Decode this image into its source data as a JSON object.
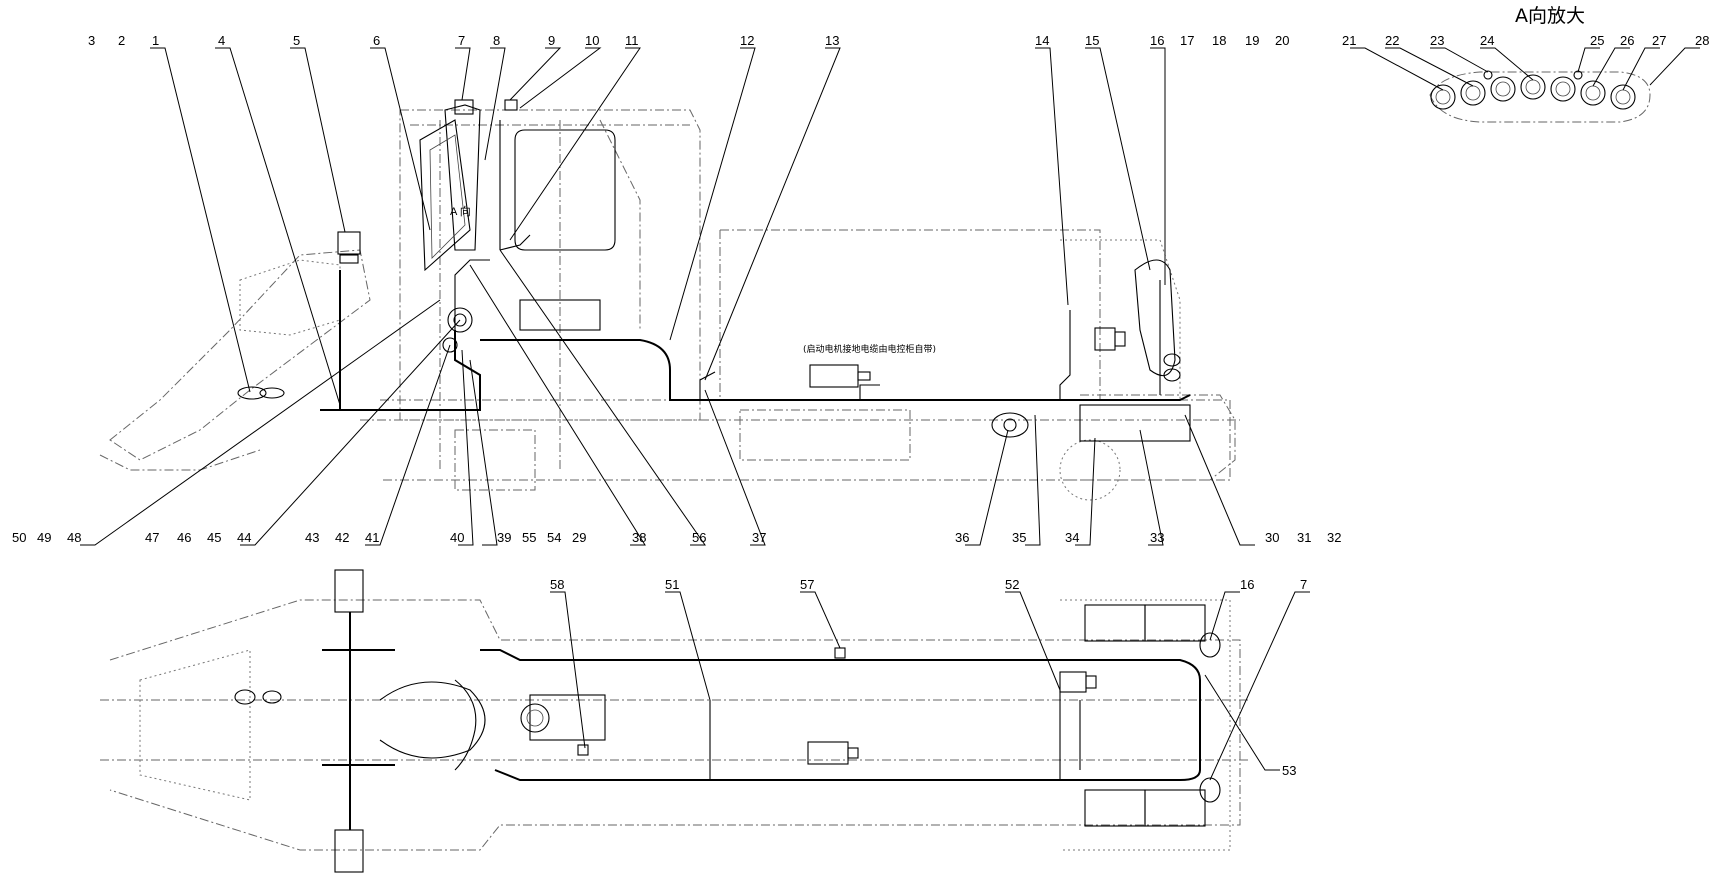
{
  "detail_title": "A向放大",
  "view_letter": "A 向",
  "component_note": "(启动电机接地电缆由电控柜自带)",
  "callouts_top": [
    "3",
    "2",
    "1",
    "4",
    "5",
    "6",
    "7",
    "8",
    "9",
    "10",
    "11",
    "12",
    "13",
    "14",
    "15",
    "16",
    "17",
    "18",
    "19",
    "20",
    "21",
    "22",
    "23",
    "24",
    "25",
    "26",
    "27",
    "28"
  ],
  "callouts_bottom_row": [
    "50",
    "49",
    "48",
    "47",
    "46",
    "45",
    "44",
    "43",
    "42",
    "41",
    "40",
    "39",
    "55",
    "54",
    "29",
    "38",
    "56",
    "37",
    "36",
    "35",
    "34",
    "33",
    "30",
    "31",
    "32"
  ],
  "callouts_lower_view": [
    "58",
    "51",
    "57",
    "52",
    "16",
    "7",
    "53"
  ]
}
